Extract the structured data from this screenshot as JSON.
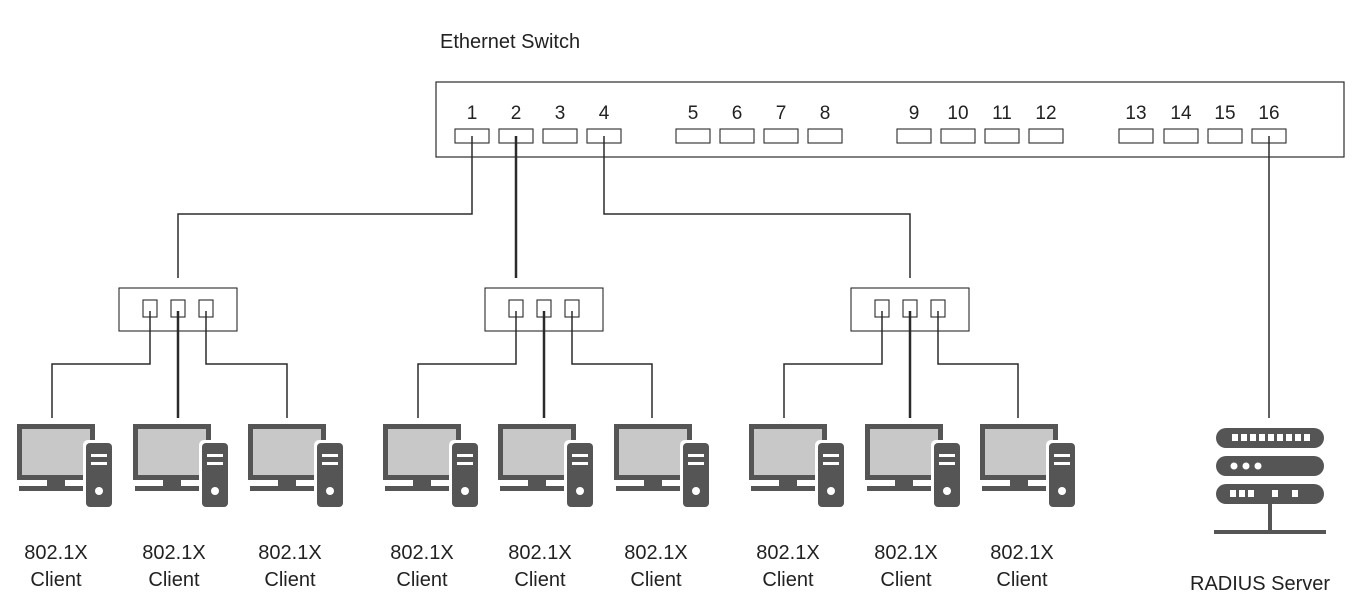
{
  "switch": {
    "title": "Ethernet Switch",
    "ports": [
      "1",
      "2",
      "3",
      "4",
      "5",
      "6",
      "7",
      "8",
      "9",
      "10",
      "11",
      "12",
      "13",
      "14",
      "15",
      "16"
    ]
  },
  "hubs": [
    {
      "connected_switch_port": "1"
    },
    {
      "connected_switch_port": "2"
    },
    {
      "connected_switch_port": "4"
    }
  ],
  "clients": [
    {
      "line1": "802.1X",
      "line2": "Client"
    },
    {
      "line1": "802.1X",
      "line2": "Client"
    },
    {
      "line1": "802.1X",
      "line2": "Client"
    },
    {
      "line1": "802.1X",
      "line2": "Client"
    },
    {
      "line1": "802.1X",
      "line2": "Client"
    },
    {
      "line1": "802.1X",
      "line2": "Client"
    },
    {
      "line1": "802.1X",
      "line2": "Client"
    },
    {
      "line1": "802.1X",
      "line2": "Client"
    },
    {
      "line1": "802.1X",
      "line2": "Client"
    }
  ],
  "server": {
    "label": "RADIUS Server",
    "connected_switch_port": "16",
    "icon": "server-icon"
  },
  "colors": {
    "line": "#2b2b2b",
    "monitor_fill": "#c8c8c8",
    "device_dark": "#555555"
  }
}
